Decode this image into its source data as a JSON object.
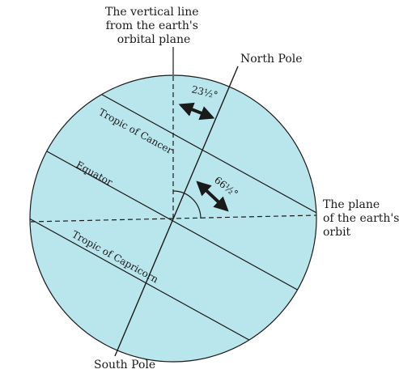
{
  "labels": {
    "vertical_line": [
      "The vertical line",
      "from the earth's",
      "orbital plane"
    ],
    "north_pole": "North Pole",
    "south_pole": "South Pole",
    "orbit_plane": [
      "The plane",
      "of the earth's",
      "orbit"
    ],
    "tropic_cancer": "Tropic of Cancer",
    "equator": "Equator",
    "tropic_capricorn": "Tropic of Capricorn",
    "angle_small": "23½°",
    "angle_large": "66½°"
  },
  "colors": {
    "globe_fill": "#b9e6ed",
    "line": "#1a1a1a"
  }
}
